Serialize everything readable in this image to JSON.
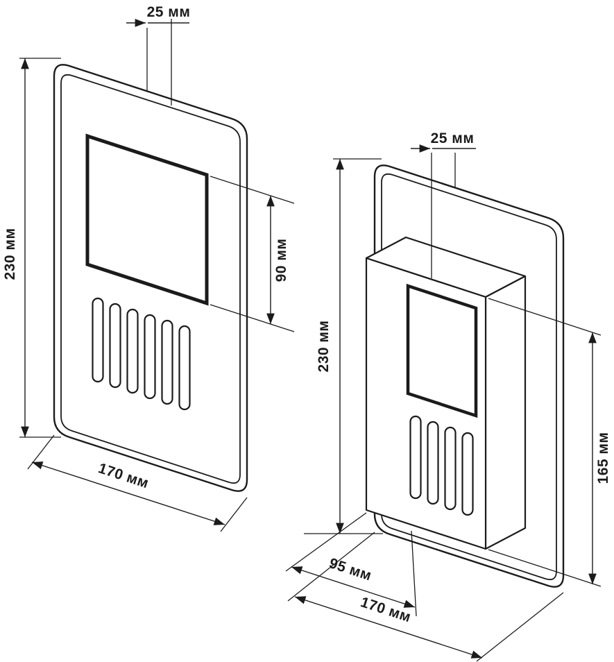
{
  "drawing": {
    "left_view": {
      "dim_slot_offset": "25 мм",
      "dim_height": "230 мм",
      "dim_window_height": "90 мм",
      "dim_width": "170 мм"
    },
    "right_view": {
      "dim_slot_offset": "25 мм",
      "dim_height": "230 мм",
      "dim_box_height": "165 мм",
      "dim_box_depth": "95 мм",
      "dim_width": "170 мм"
    }
  },
  "colors": {
    "ink": "#1b1b1b",
    "background": "#ffffff"
  }
}
